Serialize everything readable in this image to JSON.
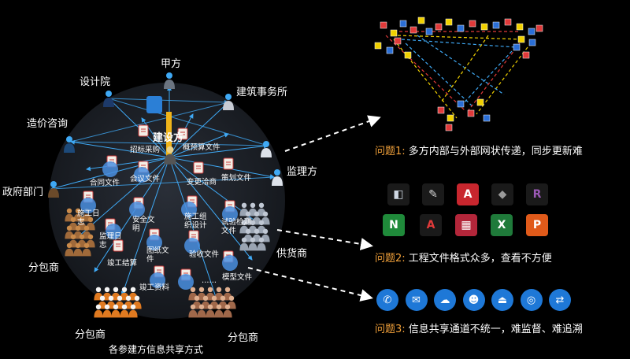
{
  "parties": {
    "jiafang": "甲方",
    "shejiyuan": "设计院",
    "jianzhu": "建筑事务所",
    "zaojia": "造价咨询",
    "zhengfu": "政府部门",
    "jianli": "监理方",
    "gonghuo": "供货商",
    "fenbao_left": "分包商",
    "fenbao_bl": "分包商",
    "fenbao_br": "分包商",
    "center": "建设方"
  },
  "documents": [
    "招标采购",
    "概预算文件",
    "合同文件",
    "会议文件",
    "变更洽商",
    "策划文件",
    "施工日志",
    "安全文明",
    "施工组织设计",
    "试验检测文件",
    "监理日志",
    "图纸文件",
    "竣工结算",
    "验收文件",
    "竣工资料",
    "……",
    "模型文件"
  ],
  "caption": "各参建方信息共享方式",
  "problems": [
    {
      "num": "问题1:",
      "text": "多方内部与外部网状传递，同步更新难"
    },
    {
      "num": "问题2:",
      "text": "工程文件格式众多，查看不方便"
    },
    {
      "num": "问题3:",
      "text": "信息共享通道不统一，难监督、难追溯"
    }
  ],
  "file_apps": [
    {
      "icon": "cad-viewer-icon",
      "glyph": "◧",
      "bg": "#1a1a1a",
      "fg": "#cfd8e3"
    },
    {
      "icon": "sketchup-icon",
      "glyph": "✎",
      "bg": "#1a1a1a",
      "fg": "#d8d8d8"
    },
    {
      "icon": "autocad-icon",
      "glyph": "A",
      "bg": "#c8262e",
      "fg": "#ffffff"
    },
    {
      "icon": "navisworks-icon",
      "glyph": "◆",
      "bg": "#1a1a1a",
      "fg": "#9a9a9a"
    },
    {
      "icon": "revit-icon",
      "glyph": "R",
      "bg": "#1a1a1a",
      "fg": "#9b59b6"
    },
    {
      "icon": "navis-n-icon",
      "glyph": "N",
      "bg": "#1f8a3a",
      "fg": "#ffffff"
    },
    {
      "icon": "autocad-a-icon",
      "glyph": "A",
      "bg": "#1a1a1a",
      "fg": "#e03a3a"
    },
    {
      "icon": "revit-box-icon",
      "glyph": "▦",
      "bg": "#b3263a",
      "fg": "#ffffff"
    },
    {
      "icon": "excel-icon",
      "glyph": "X",
      "bg": "#1f7a3a",
      "fg": "#ffffff"
    },
    {
      "icon": "powerpoint-icon",
      "glyph": "P",
      "bg": "#e05a1a",
      "fg": "#ffffff"
    }
  ],
  "channels": [
    {
      "icon": "chat-app-icon",
      "glyph": "✆"
    },
    {
      "icon": "mail-icon",
      "glyph": "✉"
    },
    {
      "icon": "wechat-icon",
      "glyph": "☁"
    },
    {
      "icon": "qq-icon",
      "glyph": "☻"
    },
    {
      "icon": "usb-drive-icon",
      "glyph": "⏏"
    },
    {
      "icon": "web-icon",
      "glyph": "◎"
    },
    {
      "icon": "file-transfer-icon",
      "glyph": "⇄"
    }
  ],
  "colors": {
    "problem_num": "#f2a13a",
    "arrow": "#3fa9f5",
    "center_bar": "#f0b419",
    "dash_red": "#e03a3a",
    "dash_yellow": "#f0d000",
    "dash_blue": "#3fa9f5"
  }
}
